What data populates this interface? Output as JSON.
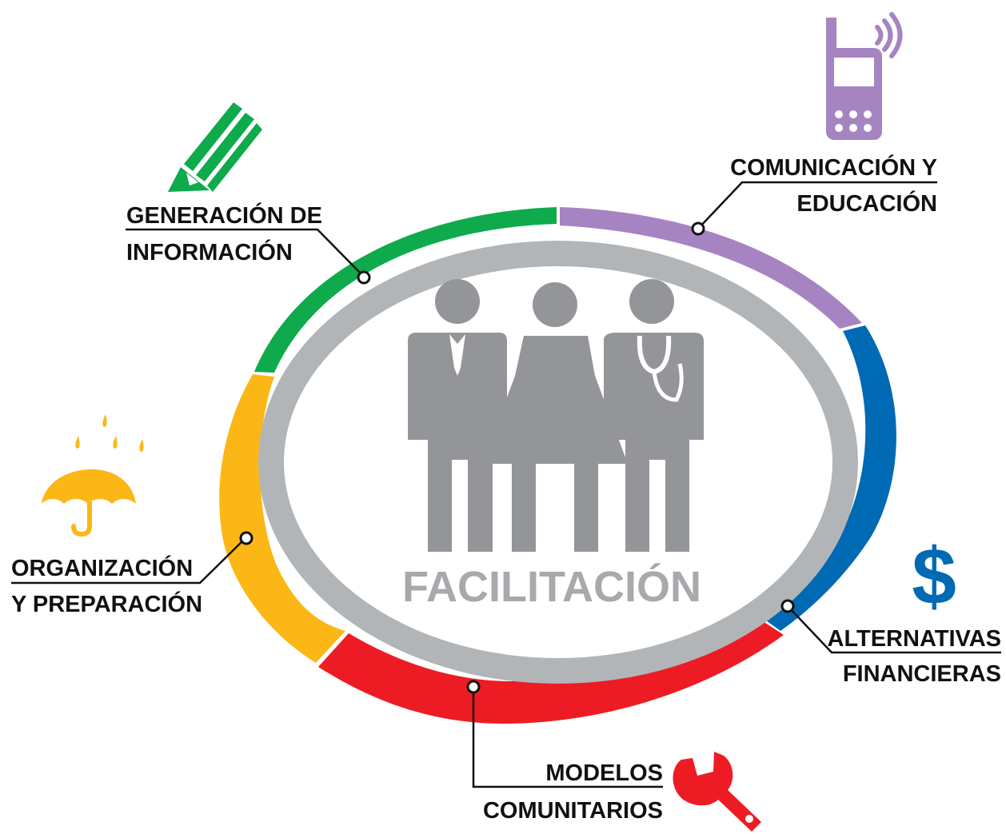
{
  "center": {
    "label": "FACILITACIÓN",
    "icon": "three-people-icon",
    "color": "#939598",
    "ring_color": "#b2b5b8"
  },
  "segments": [
    {
      "id": "generacion",
      "line1": "GENERACIÓN DE",
      "line2": "INFORMACIÓN",
      "color": "#0eaa4b",
      "icon": "pencil-icon"
    },
    {
      "id": "comunicacion",
      "line1": "COMUNICACIÓN Y",
      "line2": "EDUCACIÓN",
      "color": "#a684c1",
      "icon": "mobile-phone-icon"
    },
    {
      "id": "alternativas",
      "line1": "ALTERNATIVAS",
      "line2": "FINANCIERAS",
      "color": "#006ab4",
      "icon": "dollar-sign-icon"
    },
    {
      "id": "modelos",
      "line1": "MODELOS",
      "line2": "COMUNITARIOS",
      "color": "#ed1c24",
      "icon": "wrench-icon"
    },
    {
      "id": "organizacion",
      "line1": "ORGANIZACIÓN",
      "line2": "Y PREPARACIÓN",
      "color": "#fbb715",
      "icon": "umbrella-rain-icon"
    }
  ]
}
